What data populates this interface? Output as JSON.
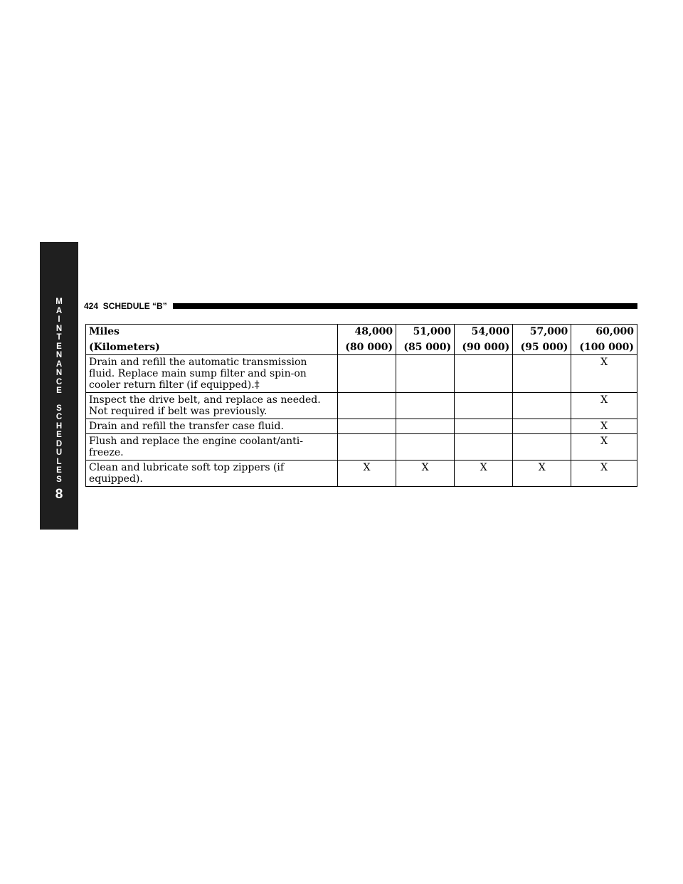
{
  "sidebar": {
    "letters": [
      "M",
      "A",
      "I",
      "N",
      "T",
      "E",
      "N",
      "A",
      "N",
      "C",
      "E",
      "",
      "S",
      "C",
      "H",
      "E",
      "D",
      "U",
      "L",
      "E",
      "S"
    ],
    "chapter_number": "8"
  },
  "header": {
    "page_number": "424",
    "title": "SCHEDULE “B”"
  },
  "table": {
    "label_line1": "Miles",
    "label_line2": "(Kilometers)",
    "columns": [
      {
        "miles": "48,000",
        "km": "(80 000)"
      },
      {
        "miles": "51,000",
        "km": "(85 000)"
      },
      {
        "miles": "54,000",
        "km": "(90 000)"
      },
      {
        "miles": "57,000",
        "km": "(95 000)"
      },
      {
        "miles": "60,000",
        "km": "(100 000)"
      }
    ],
    "rows": [
      {
        "description": "Drain and refill the automatic transmission fluid. Replace main sump filter and spin-on cooler return filter (if equipped).‡",
        "marks": [
          "",
          "",
          "",
          "",
          "X"
        ]
      },
      {
        "description": "Inspect the drive belt, and replace as needed. Not required if belt was previously.",
        "marks": [
          "",
          "",
          "",
          "",
          "X"
        ]
      },
      {
        "description": "Drain and refill the transfer case fluid.",
        "marks": [
          "",
          "",
          "",
          "",
          "X"
        ]
      },
      {
        "description": "Flush and replace the engine coolant/anti-freeze.",
        "marks": [
          "",
          "",
          "",
          "",
          "X"
        ]
      },
      {
        "description": "Clean and lubricate soft top zippers (if equipped).",
        "marks": [
          "X",
          "X",
          "X",
          "X",
          "X"
        ]
      }
    ]
  }
}
